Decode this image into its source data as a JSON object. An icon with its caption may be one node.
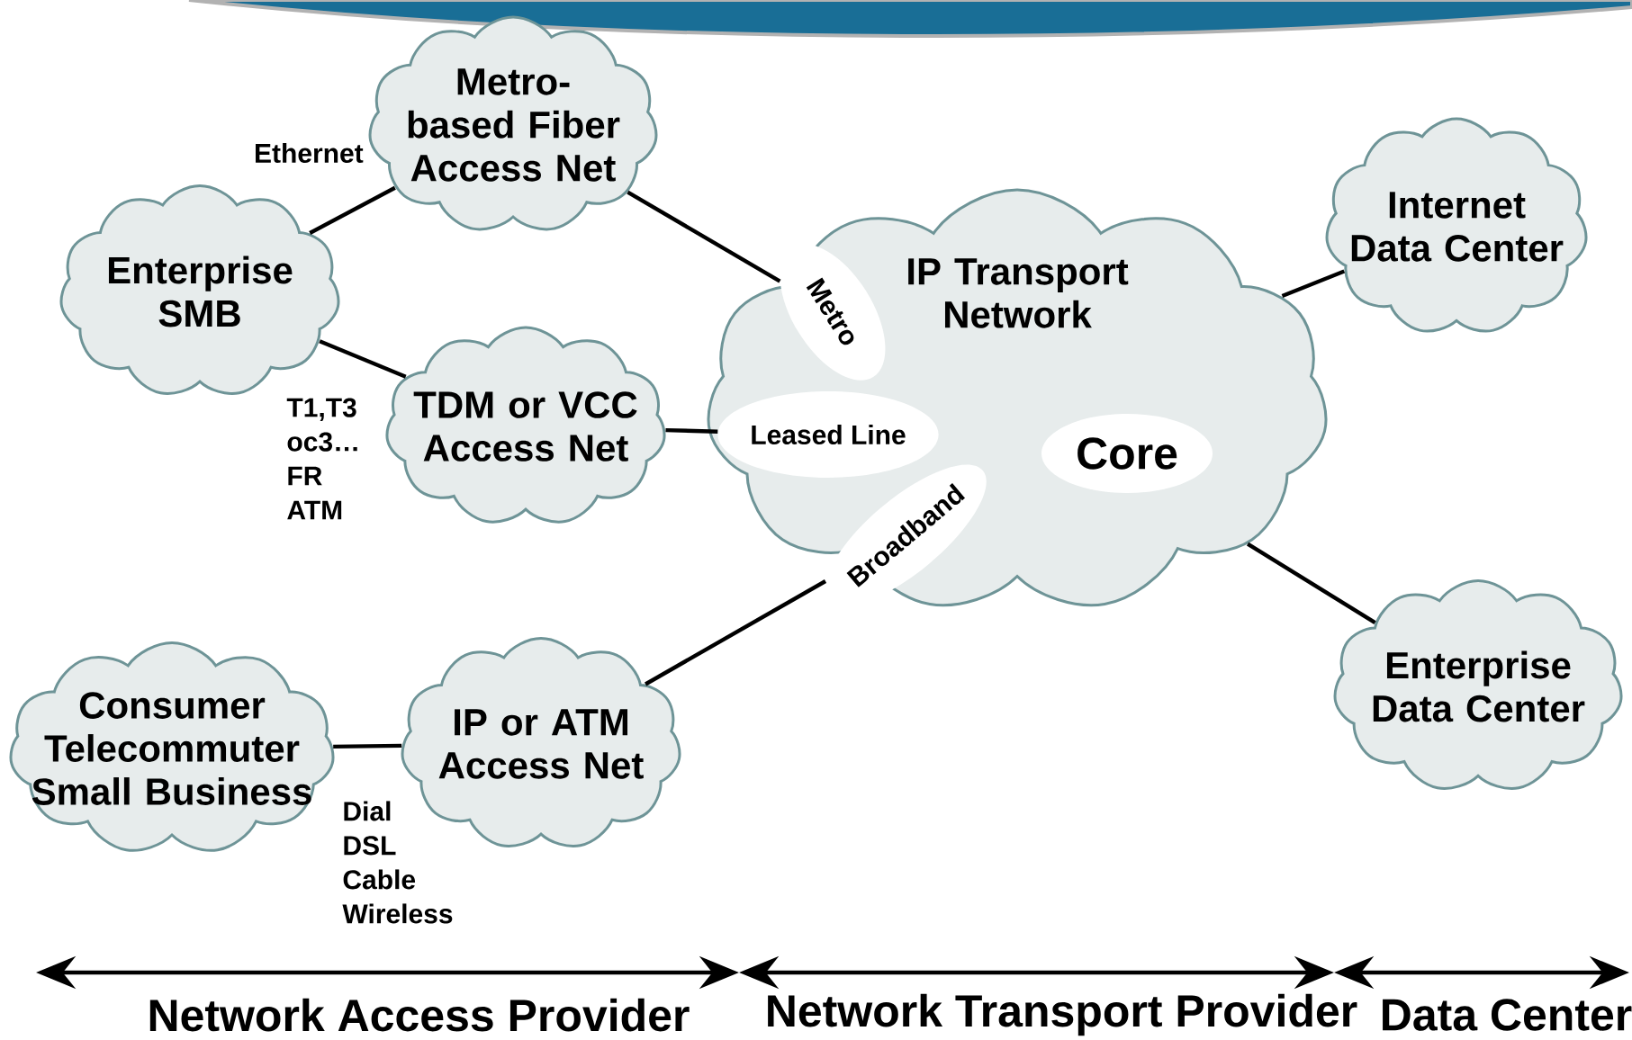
{
  "diagram": {
    "nodes": [
      {
        "text": [
          "Metro-based Fiber Access Net"
        ]
      },
      {
        "text": [
          "Enterprise SMB"
        ]
      },
      {
        "text": [
          "TDM or VCC Access Net"
        ]
      },
      {
        "text": [
          "IP Transport Network"
        ]
      },
      {
        "text": [
          "Metro"
        ],
        "in": 3
      },
      {
        "text": [
          "Leased Line"
        ],
        "in": 3
      },
      {
        "text": [
          "Broadband"
        ],
        "in": 3
      },
      {
        "text": [
          "Core"
        ],
        "in": 3
      },
      {
        "text": [
          "Internet Data Center"
        ]
      },
      {
        "text": [
          "Enterprise Data Center"
        ]
      },
      {
        "text": [
          "Consumer Telecommuter Small Business"
        ]
      },
      {
        "text": [
          "IP or ATM Access Net"
        ]
      }
    ],
    "edges": [
      {
        "from": 1,
        "to": 0,
        "arrow": "none",
        "label": "Ethernet"
      },
      {
        "from": 1,
        "to": 2,
        "arrow": "none",
        "label": "T1,T3 oc3… FR ATM"
      },
      {
        "from": 0,
        "to": 4,
        "arrow": "none"
      },
      {
        "from": 2,
        "to": 5,
        "arrow": "none"
      },
      {
        "from": 11,
        "to": 6,
        "arrow": "none"
      },
      {
        "from": 3,
        "to": 8,
        "arrow": "none"
      },
      {
        "from": 3,
        "to": 9,
        "arrow": "none"
      },
      {
        "from": 10,
        "to": 11,
        "arrow": "none",
        "label": "Dial DSL Cable Wireless"
      }
    ],
    "labels": [
      "Network Access Provider",
      "Network Transport Provider",
      "Data Center"
    ]
  }
}
